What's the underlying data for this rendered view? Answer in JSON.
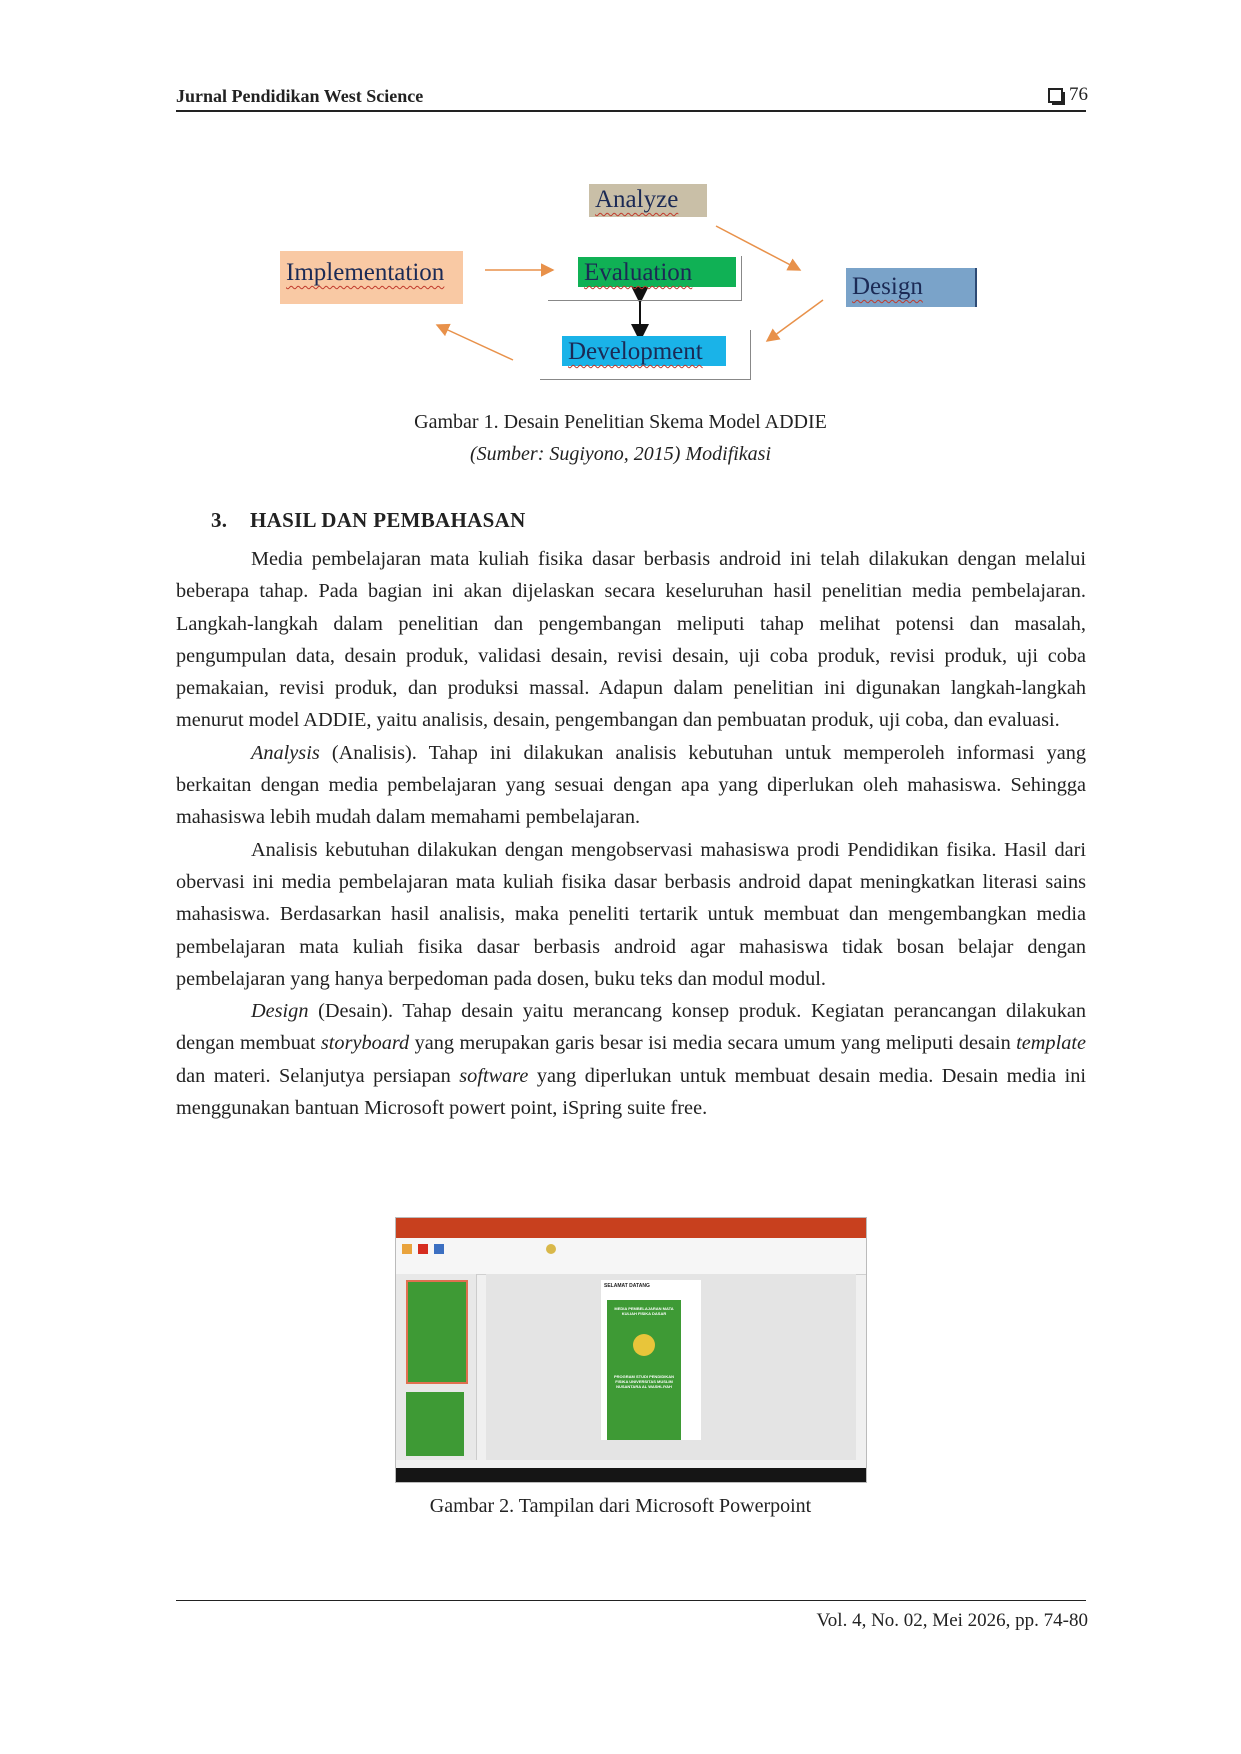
{
  "header": {
    "journal": "Jurnal Pendidikan West Science",
    "page": "76"
  },
  "figure1": {
    "boxes": {
      "analyze": "Analyze",
      "implementation": "Implementation",
      "evaluation": "Evaluation",
      "design": "Design",
      "development": "Development"
    },
    "colors": {
      "analyze": "#c9bfa7",
      "implementation": "#f9c9a4",
      "evaluation": "#10b155",
      "design": "#7aa3c9",
      "development": "#1ab3e8",
      "arrow": "#e8914a"
    },
    "caption": "Gambar 1. Desain Penelitian Skema Model ADDIE",
    "source": "(Sumber: Sugiyono, 2015) Modifikasi"
  },
  "section": {
    "number": "3.",
    "title": "HASIL DAN PEMBAHASAN"
  },
  "paragraphs": {
    "p1": "Media pembelajaran mata kuliah fisika dasar berbasis android ini telah dilakukan dengan melalui beberapa tahap.  Pada bagian ini akan dijelaskan secara keseluruhan hasil penelitian media pembelajaran. Langkah-langkah dalam penelitian dan pengembangan meliputi tahap melihat potensi dan masalah, pengumpulan data, desain produk, validasi desain, revisi desain, uji coba produk, revisi produk, uji coba pemakaian, revisi produk, dan produksi massal. Adapun dalam penelitian ini digunakan langkah-langkah menurut model ADDIE, yaitu analisis, desain, pengembangan dan pembuatan produk, uji coba, dan evaluasi.",
    "p2_em": "Analysis",
    "p2": " (Analisis). Tahap ini dilakukan analisis kebutuhan untuk memperoleh informasi yang berkaitan dengan media pembelajaran yang sesuai dengan apa yang diperlukan oleh mahasiswa. Sehingga mahasiswa lebih mudah dalam memahami pembelajaran.",
    "p3": "Analisis kebutuhan dilakukan dengan mengobservasi mahasiswa prodi Pendidikan fisika. Hasil dari obervasi ini media pembelajaran mata kuliah fisika dasar berbasis android dapat meningkatkan literasi sains mahasiswa. Berdasarkan hasil analisis, maka peneliti tertarik untuk membuat dan mengembangkan media pembelajaran mata kuliah fisika dasar berbasis android agar mahasiswa tidak bosan belajar dengan pembelajaran yang hanya berpedoman pada dosen, buku teks dan modul modul.",
    "p4_em1": "Design",
    "p4_a": " (Desain). Tahap desain yaitu merancang konsep produk. Kegiatan perancangan dilakukan dengan membuat ",
    "p4_em2": "storyboard",
    "p4_b": " yang merupakan garis besar isi media secara umum yang meliputi desain ",
    "p4_em3": "template",
    "p4_c": " dan materi. Selanjutya persiapan ",
    "p4_em4": "software",
    "p4_d": " yang diperlukan untuk membuat desain media. Desain media ini menggunakan bantuan Microsoft powert point, iSpring suite free."
  },
  "figure2": {
    "slide_header": "SELAMAT DATANG",
    "slide_title": "MEDIA PEMBELAJARAN MATA KULIAH FISIKA DASAR",
    "slide_footer": "PROGRAM STUDI PENDIDIKAN FISIKA UNIVERSITAS MUSLIM NUSANTARA AL WASHLIYAH",
    "colors": {
      "ribbon": "#c8401e",
      "slide_green": "#3e9a35",
      "taskbar": "#151515"
    },
    "caption": "Gambar 2. Tampilan dari Microsoft Powerpoint"
  },
  "footer": {
    "citation": "Vol. 4, No. 02, Mei 2026, pp. 74-80"
  }
}
